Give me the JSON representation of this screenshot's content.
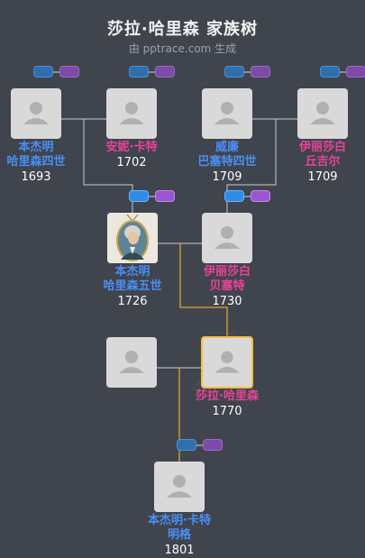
{
  "header": {
    "title": "莎拉·哈里森 家族树",
    "subtitle": "由 pptrace.com 生成"
  },
  "watermark": "pptrace.com",
  "colors": {
    "background": "#40444d",
    "male": "#4a8ff5",
    "female": "#e8439a",
    "selected": "#f0c040",
    "line": "#c9ccd2",
    "highlight_line": "#d9a830"
  },
  "people": [
    {
      "id": "p1",
      "name_lines": [
        "本杰明",
        "哈里森四世"
      ],
      "year": "1693",
      "gender": "male",
      "icon": "person-silhouette-icon"
    },
    {
      "id": "p2",
      "name_lines": [
        "安妮·卡特"
      ],
      "year": "1702",
      "gender": "female",
      "icon": "person-silhouette-icon"
    },
    {
      "id": "p3",
      "name_lines": [
        "威廉",
        "巴塞特四世"
      ],
      "year": "1709",
      "gender": "male",
      "icon": "person-silhouette-icon"
    },
    {
      "id": "p4",
      "name_lines": [
        "伊丽莎白",
        "丘吉尔"
      ],
      "year": "1709",
      "gender": "female",
      "icon": "person-silhouette-icon"
    },
    {
      "id": "p5",
      "name_lines": [
        "本杰明",
        "哈里森五世"
      ],
      "year": "1726",
      "gender": "male",
      "icon": "portrait-photo"
    },
    {
      "id": "p6",
      "name_lines": [
        "伊丽莎白",
        "贝塞特"
      ],
      "year": "1730",
      "gender": "female",
      "icon": "person-silhouette-icon"
    },
    {
      "id": "p7",
      "name_lines": [],
      "year": "",
      "gender": "male",
      "icon": "person-silhouette-icon"
    },
    {
      "id": "p8",
      "name_lines": [
        "莎拉·哈里森"
      ],
      "year": "1770",
      "gender": "female",
      "icon": "person-silhouette-icon",
      "selected": true
    },
    {
      "id": "p9",
      "name_lines": [
        "本杰明·卡特",
        "明格"
      ],
      "year": "1801",
      "gender": "male",
      "icon": "person-silhouette-icon"
    }
  ]
}
